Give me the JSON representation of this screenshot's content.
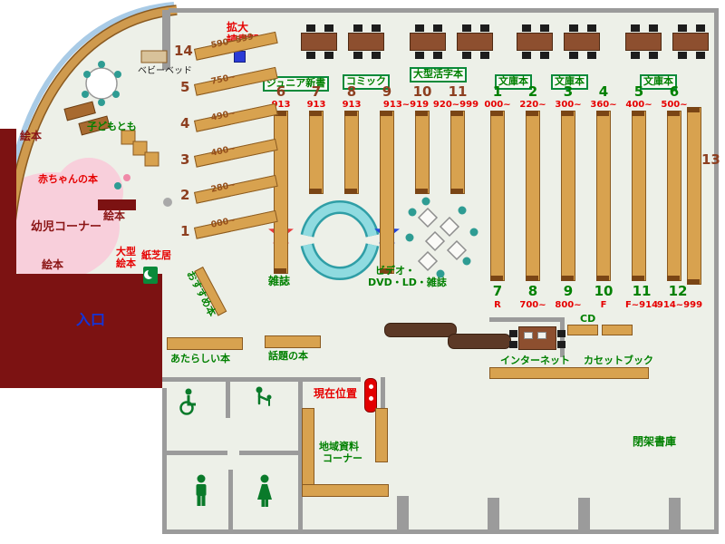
{
  "colors": {
    "floor": "#edf0e8",
    "maroon_wall": "#7c1212",
    "shelf_wood": "#d8a24f",
    "table_wood": "#8d4f2f",
    "counter_wood": "#5c3926",
    "accent_green": "#008000",
    "accent_red": "#e60000",
    "accent_blue": "#1434d8",
    "glass_blue": "#a9cbe6",
    "play_pink": "#f8cfdb",
    "seat_cyan": "#8fdbe0"
  },
  "icons": {
    "magnifier_device": "blue-square",
    "red_star_marker": "red-outline-star",
    "blue_star_marker": "blue-outline-star",
    "current_location_marker": "red-pillar-with-dots",
    "wheelchair": "wheelchair-symbol",
    "mens_room": "man-symbol",
    "womens_room": "woman-symbol",
    "baby_room": "parent-and-child-symbol",
    "kamishibai_stage": "green-stage"
  },
  "reader_device": {
    "line1": "拡大",
    "line2": "読書器"
  },
  "section_boxes": [
    "ジュニア新書",
    "コミック",
    "大型活字本",
    "文庫本",
    "文庫本",
    "文庫本"
  ],
  "shelf_groups": {
    "top_left": [
      {
        "num": "6",
        "range": "913"
      },
      {
        "num": "7",
        "range": "913"
      },
      {
        "num": "8",
        "range": "913"
      },
      {
        "num": "9",
        "range": "913~919"
      },
      {
        "num": "10",
        "range": ""
      },
      {
        "num": "11",
        "range": "920~999"
      }
    ],
    "top_right": [
      {
        "num": "1",
        "range": "000~"
      },
      {
        "num": "2",
        "range": "220~"
      },
      {
        "num": "3",
        "range": "300~"
      },
      {
        "num": "4",
        "range": "360~"
      },
      {
        "num": "5",
        "range": "400~"
      },
      {
        "num": "6",
        "range": "500~"
      }
    ],
    "bottom": [
      {
        "num": "7",
        "range": "R"
      },
      {
        "num": "8",
        "range": "700~"
      },
      {
        "num": "9",
        "range": "800~"
      },
      {
        "num": "10",
        "range": "F"
      },
      {
        "num": "11",
        "range": "F~914"
      },
      {
        "num": "12",
        "range": "914~999"
      }
    ],
    "diagonal": [
      {
        "num": "14",
        "range": "590~599"
      },
      {
        "num": "5",
        "range": "750~"
      },
      {
        "num": "4",
        "range": "490~"
      },
      {
        "num": "3",
        "range": "400~"
      },
      {
        "num": "2",
        "range": "280~"
      },
      {
        "num": "1",
        "range": "000~"
      }
    ],
    "right_wall": {
      "num": "13"
    }
  },
  "children_area": {
    "baby_bed": "ベビーベッド",
    "kodomo_tomo": "子どもとも",
    "baby_books": "赤ちゃんの本",
    "toddler_corner": "幼児コーナー",
    "picture_books": "絵本",
    "large_picture_books_1": "大型",
    "large_picture_books_2": "絵本",
    "kamishibai": "紙芝居",
    "recommended": "おすすめ本"
  },
  "entrance": "入口",
  "center": {
    "magazines": "雑誌",
    "video_line1": "ビデオ・",
    "video_line2": "DVD・LD・雑誌"
  },
  "south": {
    "new_books": "あたらしい本",
    "topic_books": "話題の本",
    "current_location": "現在位置",
    "cd": "CD",
    "internet": "インターネット",
    "cassette_books": "カセットブック",
    "local_materials_1": "地域資料",
    "local_materials_2": "コーナー",
    "closed_stacks": "閉架書庫"
  }
}
